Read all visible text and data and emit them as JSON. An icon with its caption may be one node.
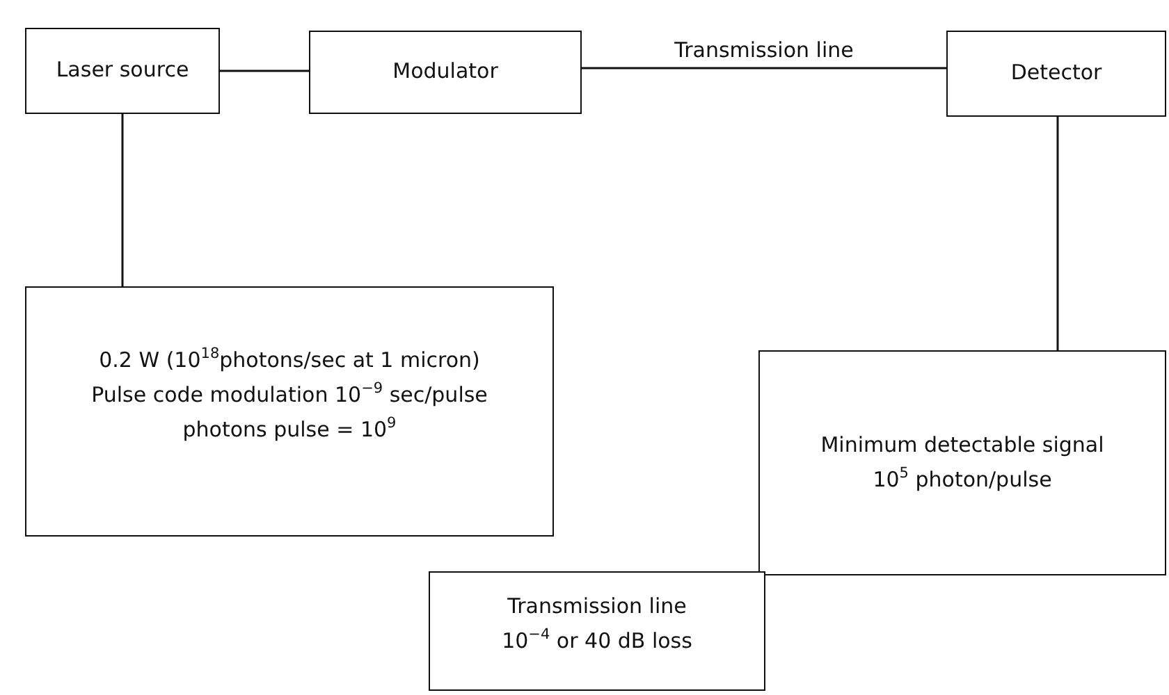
{
  "diagram": {
    "nodes": [
      {
        "text": [
          "Laser source"
        ]
      },
      {
        "text": [
          "Modulator"
        ]
      },
      {
        "text": [
          "Detector"
        ]
      },
      {
        "text": [
          "0.2 W (10$^{18}$photons/sec at 1 micron)",
          "Pulse code modulation 10$^{−9}$ sec/pulse",
          "photons pulse = 10$^{9}$"
        ]
      },
      {
        "text": [
          "Minimum detectable signal",
          "10$^{5}$ photon/pulse"
        ]
      },
      {
        "text": [
          "Transmission line",
          "10$^{−4}$ or 40 dB loss"
        ]
      }
    ],
    "edges": [
      {
        "from": 0,
        "to": 1,
        "arrow": "none"
      },
      {
        "from": 1,
        "to": 2,
        "arrow": "none",
        "label": "Transmission line"
      },
      {
        "from": 0,
        "to": 3,
        "arrow": "none"
      },
      {
        "from": 2,
        "to": 4,
        "arrow": "none"
      }
    ]
  }
}
